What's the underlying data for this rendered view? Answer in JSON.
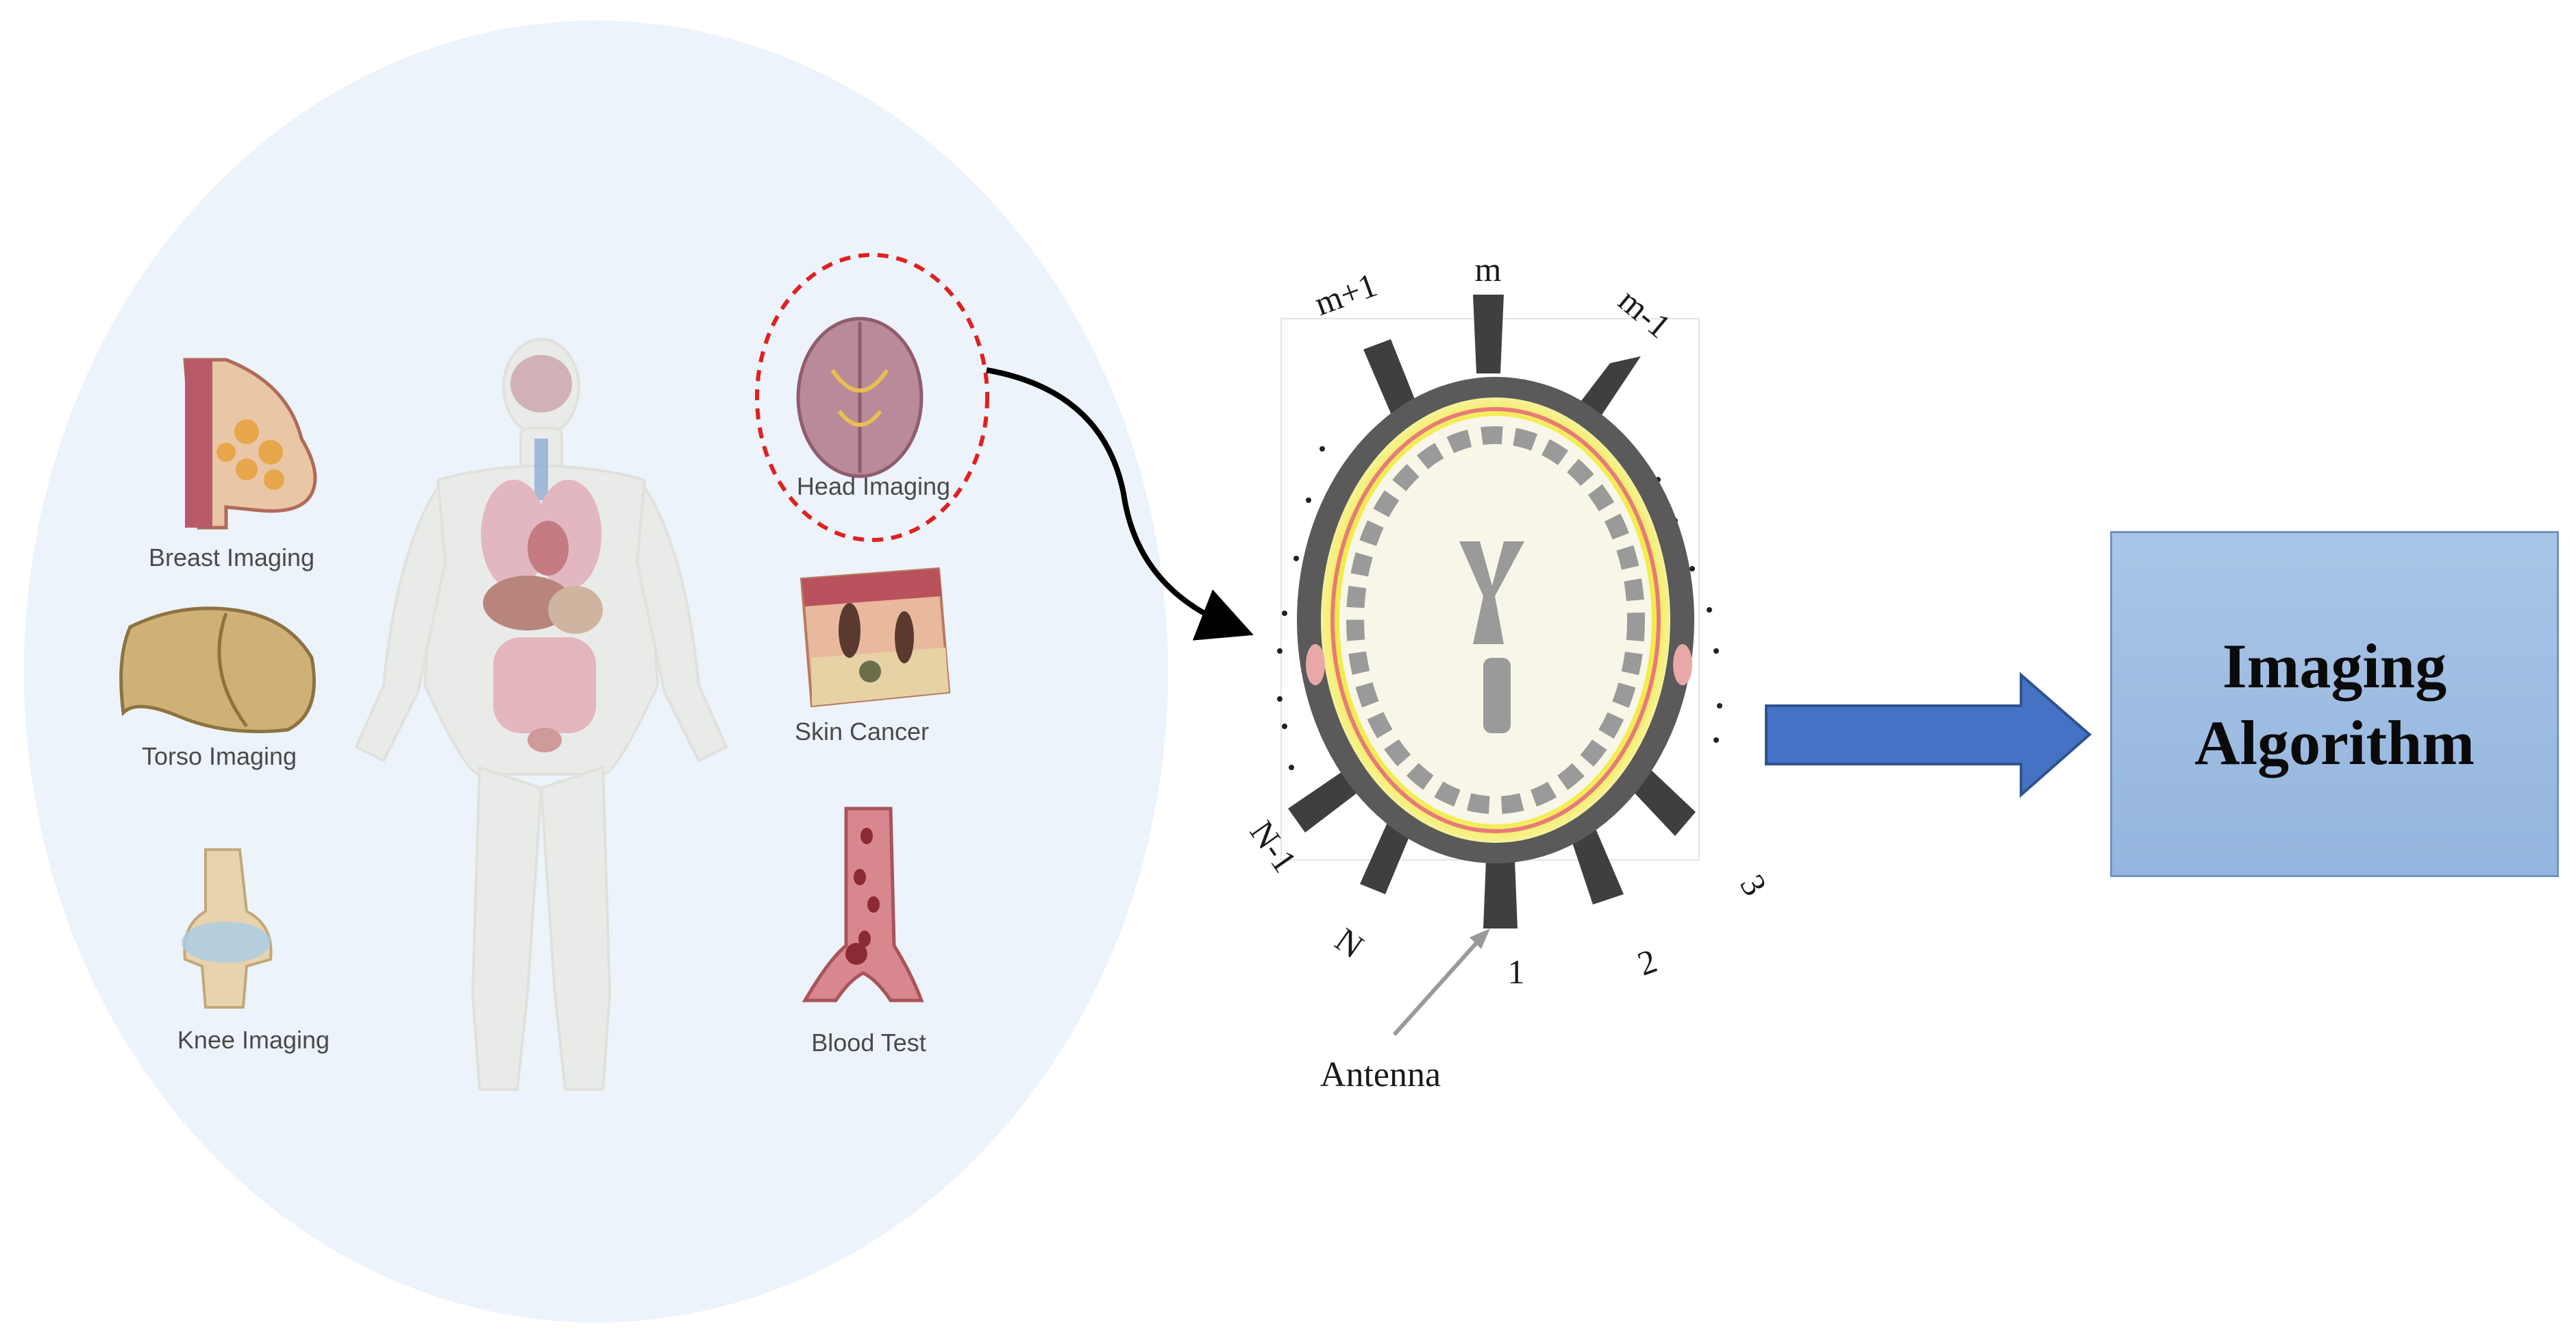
{
  "applications": {
    "breast": "Breast Imaging",
    "torso": "Torso Imaging",
    "knee": "Knee Imaging",
    "head": "Head Imaging",
    "skin": "Skin Cancer",
    "blood": "Blood Test"
  },
  "antenna_labels": {
    "m_plus_1": "m+1",
    "m": "m",
    "m_minus_1": "m-1",
    "n_minus_1": "N-1",
    "n": "N",
    "one": "1",
    "two": "2",
    "three": "3",
    "antenna": "Antenna"
  },
  "algorithm_box": {
    "text": "Imaging\nAlgorithm"
  },
  "colors": {
    "body_region": "#ecf3fa",
    "highlight_circle": "#e02020",
    "arrow": "#4472c4",
    "antenna": "#3f3f3f",
    "skull": "#f2ea30",
    "brain_white": "#f7f6e8",
    "brain_gray": "#9a9a9a"
  }
}
